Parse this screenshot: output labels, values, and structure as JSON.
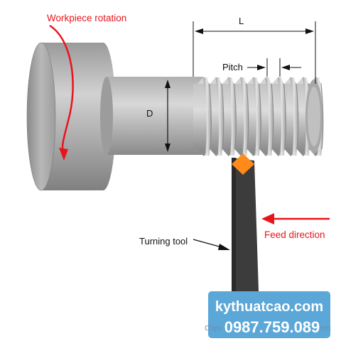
{
  "labels": {
    "workpiece_rotation": "Workpiece rotation",
    "length": "L",
    "pitch": "Pitch",
    "diameter": "D",
    "feed_direction": "Feed direction",
    "turning_tool": "Turning tool",
    "copyright": "Copy",
    "copyright_tail": "Net"
  },
  "watermark": {
    "site": "kythuatcao.com",
    "phone": "0987.759.089"
  },
  "colors": {
    "arrow_red": "#e8141c",
    "tool_dark": "#3c3c3c",
    "cutting_insert": "#ff8a1c",
    "metal_gray": "#a8a8a8",
    "watermark_bg": "#5aa7d8"
  }
}
